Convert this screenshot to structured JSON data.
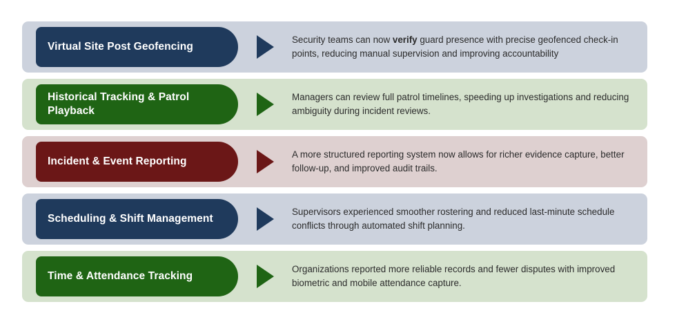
{
  "diagram": {
    "type": "feature-benefit-list",
    "rows": [
      {
        "label": "Virtual Site Post Geofencing",
        "description_prefix": "Security teams can now ",
        "description_bold": "verify",
        "description_suffix": " guard presence with precise geofenced check-in points, reducing manual supervision and improving accountability",
        "band_color": "#ccd2dd",
        "pill_color": "#1f3a5c",
        "arrow_color": "#1f3a5c"
      },
      {
        "label": "Historical Tracking & Patrol\nPlayback",
        "description_prefix": "Managers can review full patrol timelines, speeding up investigations and reducing ambiguity during incident reviews.",
        "description_bold": "",
        "description_suffix": "",
        "band_color": "#d5e2cd",
        "pill_color": "#1f6414",
        "arrow_color": "#1f6414"
      },
      {
        "label": "Incident & Event Reporting",
        "description_prefix": "A more structured reporting system now allows for richer evidence capture, better follow-up, and improved audit trails.",
        "description_bold": "",
        "description_suffix": "",
        "band_color": "#ded0d0",
        "pill_color": "#6b1717",
        "arrow_color": "#6b1717"
      },
      {
        "label": "Scheduling & Shift Management",
        "description_prefix": "Supervisors experienced smoother rostering and reduced last-minute schedule conflicts through automated shift planning.",
        "description_bold": "",
        "description_suffix": "",
        "band_color": "#ccd2dd",
        "pill_color": "#1f3a5c",
        "arrow_color": "#1f3a5c"
      },
      {
        "label": "Time & Attendance Tracking",
        "description_prefix": "Organizations reported more reliable records and fewer disputes with improved biometric and mobile attendance capture.",
        "description_bold": "",
        "description_suffix": "",
        "band_color": "#d5e2cd",
        "pill_color": "#1f6414",
        "arrow_color": "#1f6414"
      }
    ]
  }
}
